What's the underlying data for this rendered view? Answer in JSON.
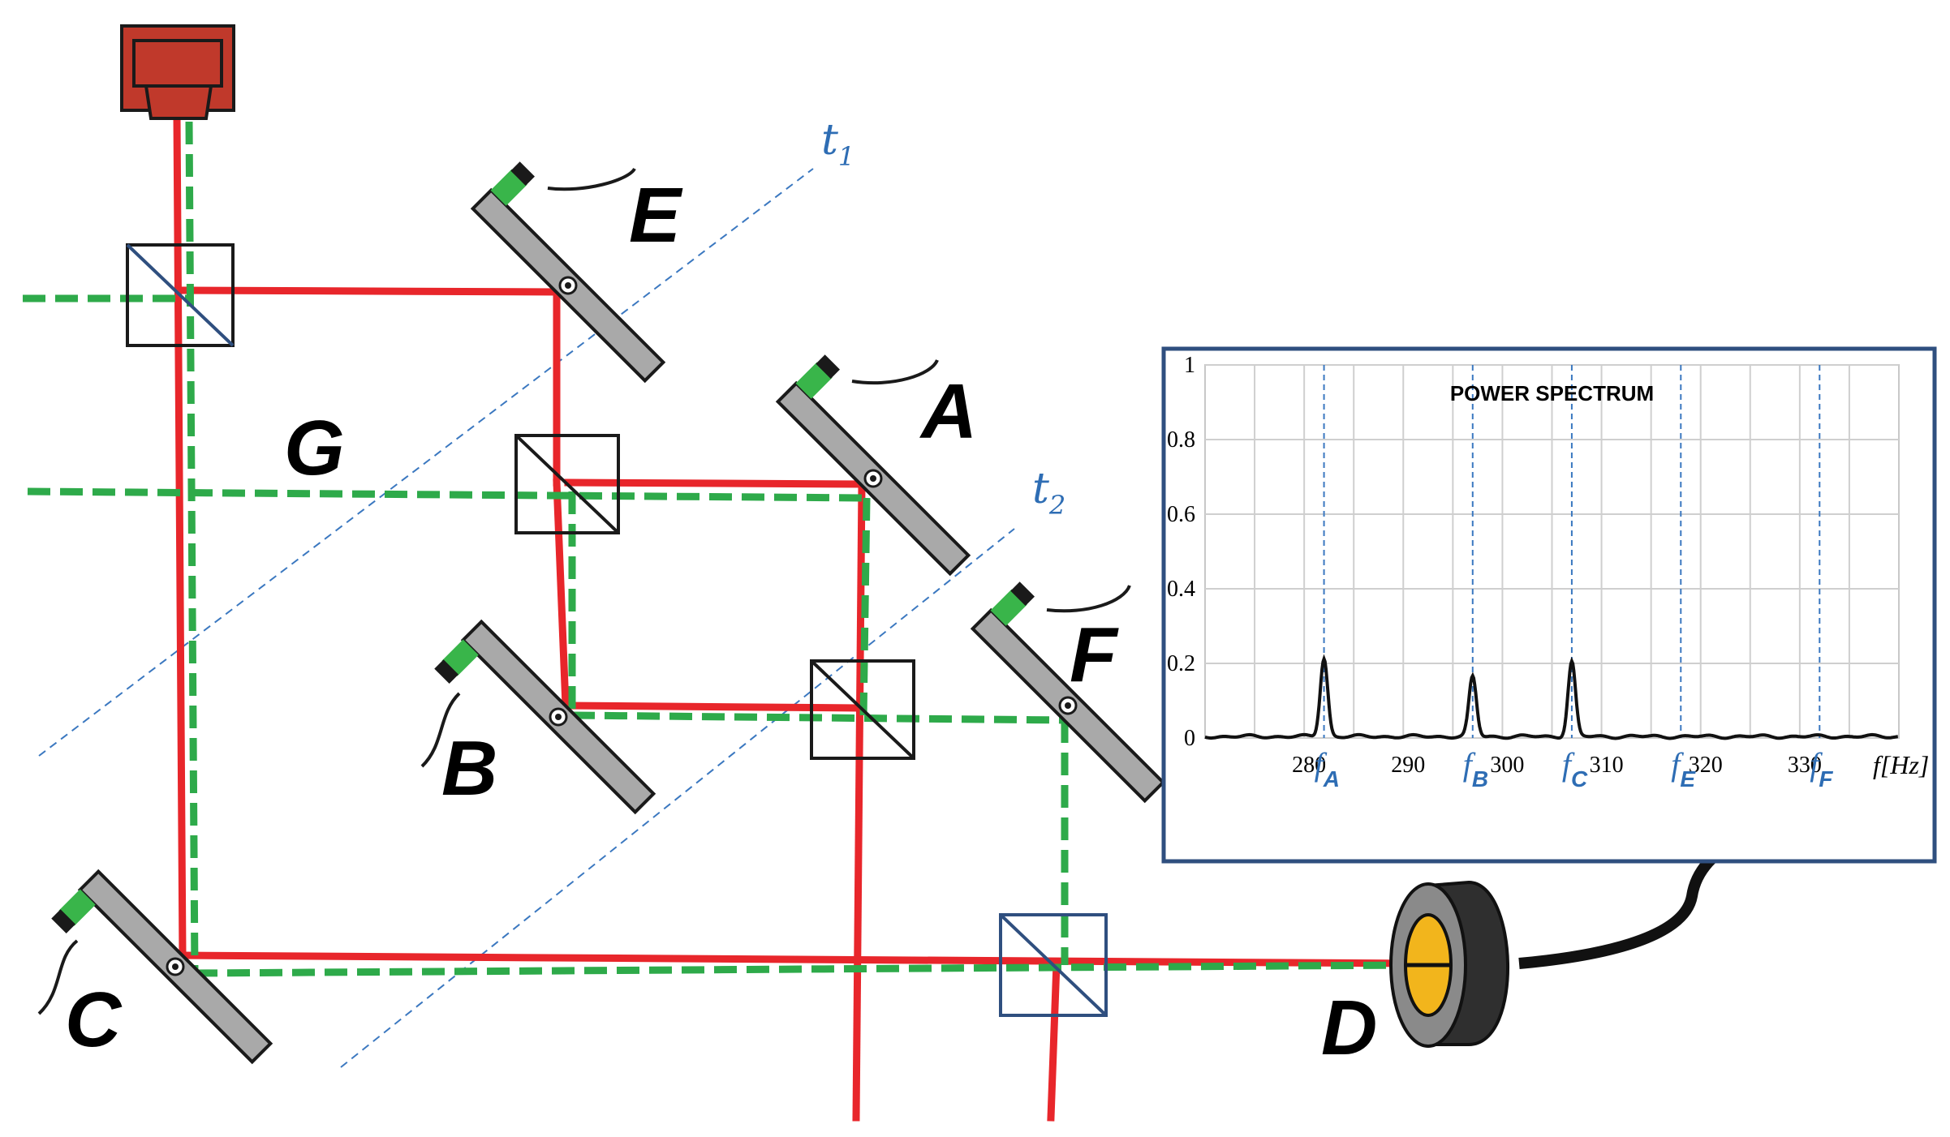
{
  "labels": {
    "A": "A",
    "B": "B",
    "C": "C",
    "D": "D",
    "E": "E",
    "F": "F",
    "G": "G",
    "t1": "t",
    "t1_sub": "1",
    "t2": "t",
    "t2_sub": "2"
  },
  "colors": {
    "red_beam": "#e8262b",
    "green_beam": "#2eaa4a",
    "mirror": "#a9a9a9",
    "detector": "#39b54a",
    "laser": "#c0392b",
    "panel_border": "#2f4f7f",
    "time_line": "#3b78c0"
  },
  "chart_data": {
    "type": "line",
    "title": "POWER SPECTRUM",
    "xlabel": "f[Hz]",
    "ylabel": "",
    "xlim": [
      270,
      340
    ],
    "ylim": [
      0,
      1
    ],
    "yticks": [
      "0",
      "0.2",
      "0.4",
      "0.6",
      "0.8",
      "1"
    ],
    "xticks": [
      "280",
      "290",
      "300",
      "310",
      "320",
      "330"
    ],
    "grid": true,
    "markers": [
      {
        "sym": "f",
        "sub": "A",
        "x": 282
      },
      {
        "sym": "f",
        "sub": "B",
        "x": 297
      },
      {
        "sym": "f",
        "sub": "C",
        "x": 307
      },
      {
        "sym": "f",
        "sub": "E",
        "x": 318
      },
      {
        "sym": "f",
        "sub": "F",
        "x": 332
      }
    ],
    "peaks": [
      {
        "x": 282,
        "y": 0.21
      },
      {
        "x": 297,
        "y": 0.16
      },
      {
        "x": 307,
        "y": 0.2
      }
    ]
  }
}
